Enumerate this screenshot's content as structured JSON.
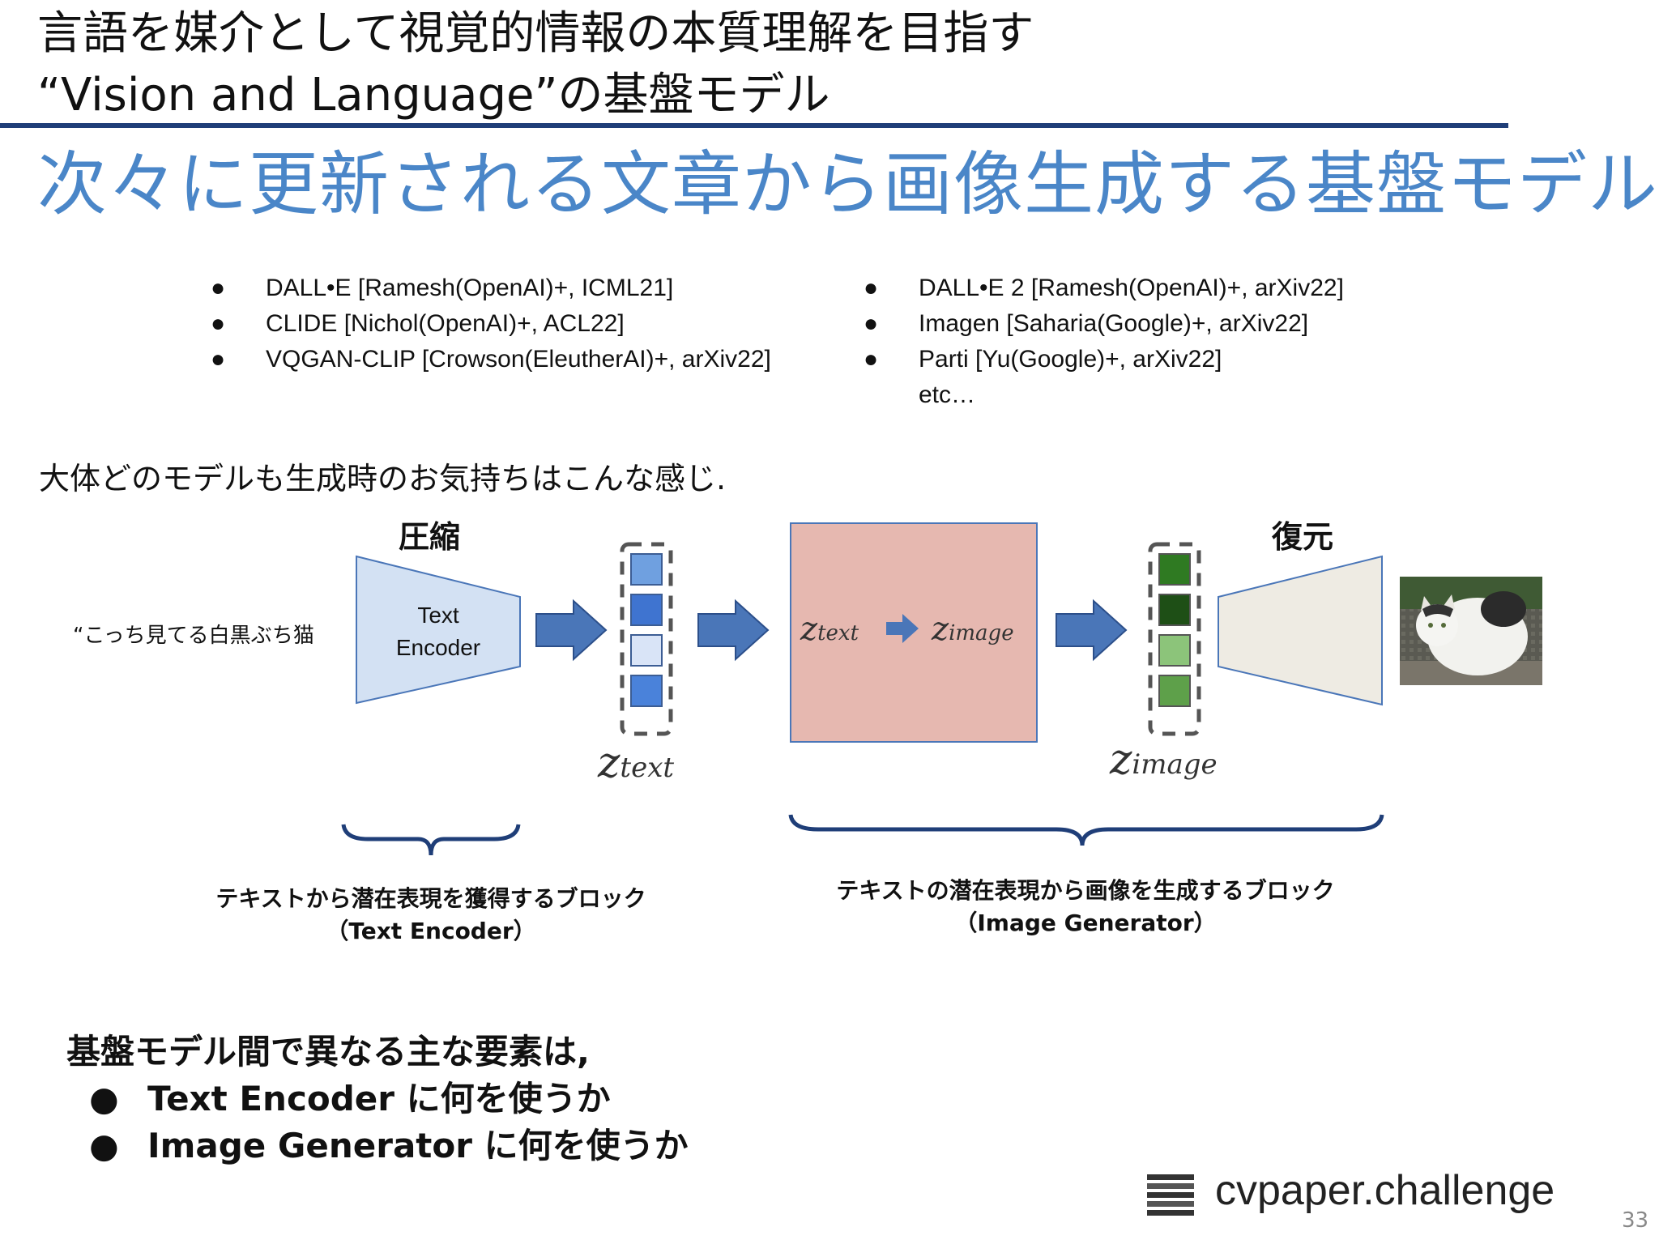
{
  "header": {
    "line1": "言語を媒介として視覚的情報の本質理解を目指す",
    "line2": "“Vision and Language”の基盤モデル"
  },
  "title": "次々に更新される文章から画像生成する基盤モデル",
  "references": {
    "left": [
      "DALL•E [Ramesh(OpenAI)+, ICML21]",
      "CLIDE [Nichol(OpenAI)+, ACL22]",
      "VQGAN-CLIP [Crowson(EleutherAI)+, arXiv22]"
    ],
    "right": [
      "DALL•E 2 [Ramesh(OpenAI)+, arXiv22]",
      "Imagen [Saharia(Google)+, arXiv22]",
      "Parti [Yu(Google)+, arXiv22]"
    ],
    "right_more": "etc…"
  },
  "intro": "大体どのモデルも生成時のお気持ちはこんな感じ.",
  "diagram": {
    "compress_label": "圧縮",
    "restore_label": "復元",
    "input_text": "“こっち見てる白黒ぶち猫",
    "encoder_line1": "Text",
    "encoder_line2": "Encoder",
    "z_letter": "z",
    "z_text_sub": "text",
    "z_image_sub": "image",
    "text_vector_colors": [
      "#6fa0e0",
      "#3f74d0",
      "#d9e4f7",
      "#4a82da"
    ],
    "image_vector_colors": [
      "#2f7a22",
      "#1e4f16",
      "#8cc47a",
      "#5ea04a"
    ],
    "generator_color": "#e6b8b0",
    "decoder_color": "#eeebe3",
    "encoder_color": "#d3e1f3",
    "arrow_color": "#4a76b8",
    "brace_color": "#1f3e78",
    "left_desc_line1": "テキストから潜在表現を獲得するブロック",
    "left_desc_line2": "（Text Encoder）",
    "right_desc_line1": "テキストの潜在表現から画像を生成するブロック",
    "right_desc_line2": "（Image Generator）"
  },
  "summary": {
    "heading": "基盤モデル間で異なる主な要素は,",
    "items": [
      "Text Encoder に何を使うか",
      "Image Generator に何を使うか"
    ]
  },
  "brand": "cvpaper.challenge",
  "page_number": "33"
}
